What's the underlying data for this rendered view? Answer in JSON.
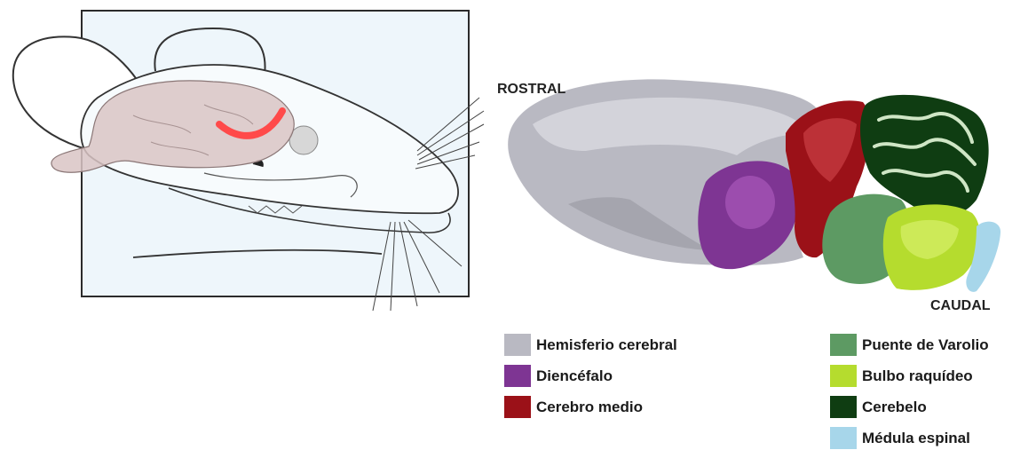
{
  "labels": {
    "rostral": "ROSTRAL",
    "caudal": "CAUDAL"
  },
  "legend_left": [
    {
      "label": "Hemisferio cerebral",
      "color": "#b9b9c2"
    },
    {
      "label": "Diencéfalo",
      "color": "#7e3593"
    },
    {
      "label": "Cerebro medio",
      "color": "#9b1118"
    }
  ],
  "legend_right": [
    {
      "label": "Puente de Varolio",
      "color": "#5d9a63"
    },
    {
      "label": "Bulbo raquídeo",
      "color": "#b5dc2e"
    },
    {
      "label": "Cerebelo",
      "color": "#0f3d12"
    },
    {
      "label": "Médula espinal",
      "color": "#a7d6ea"
    }
  ],
  "colors": {
    "brain_overlay": "#d9c4c4",
    "highlight_stripe": "#ff4a4a",
    "frame_background": "#eef6fb"
  }
}
